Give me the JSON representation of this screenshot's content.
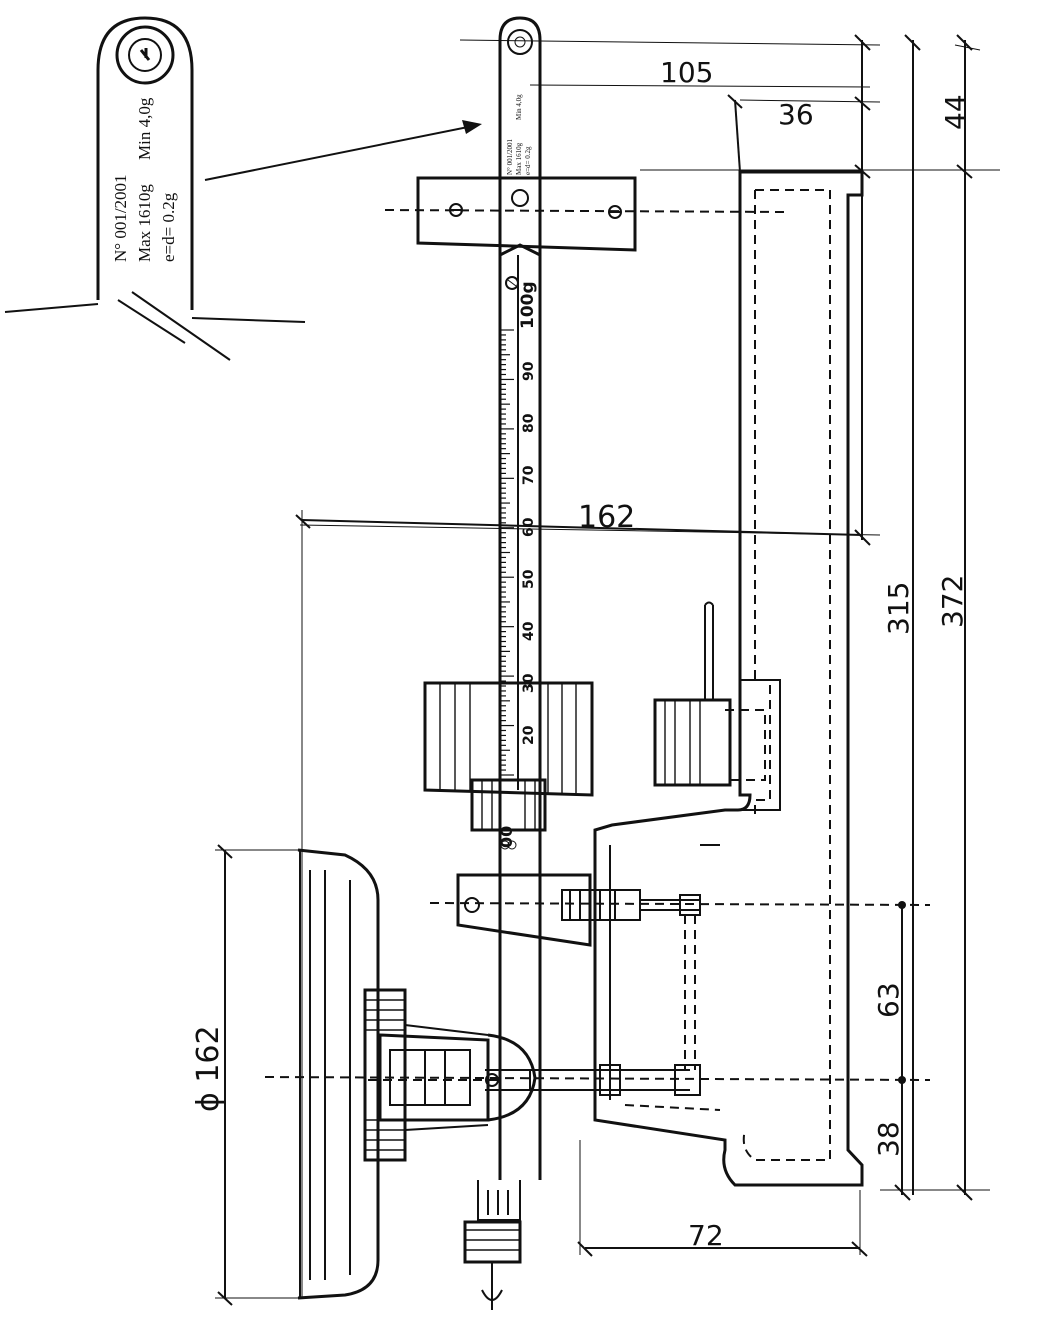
{
  "plate": {
    "serial": "N° 001/2001",
    "max": "Max 1610g",
    "min": "Min 4,0g",
    "e_d": "e=d= 0.2g",
    "mini_serial": "N° 001/2001",
    "mini_max": "Max 1610g",
    "mini_min": "Min 4,0g",
    "mini_e_d": "e=d= 0.2g"
  },
  "dimensions": {
    "d105": "105",
    "d36": "36",
    "d44": "44",
    "d162": "162",
    "d315": "315",
    "d372": "372",
    "d63": "63",
    "d38": "38",
    "d72": "72",
    "d_phi162": "ϕ 162"
  },
  "scale": {
    "labels": [
      "20",
      "30",
      "40",
      "50",
      "60",
      "70",
      "80",
      "90",
      "100g"
    ],
    "zero": "00"
  }
}
